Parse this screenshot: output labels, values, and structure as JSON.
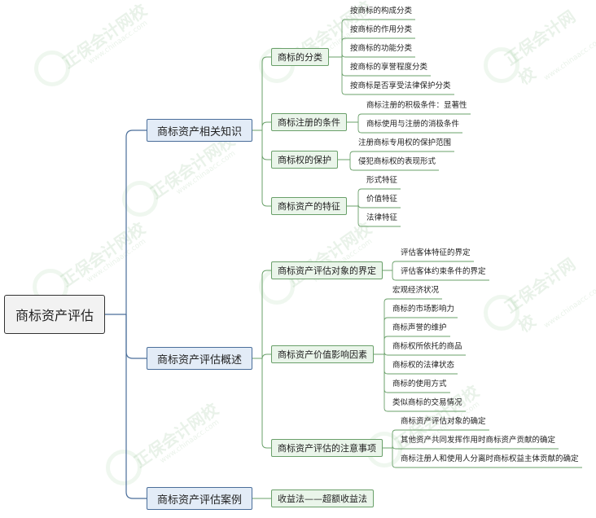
{
  "root": "商标资产评估",
  "branches": [
    {
      "label": "商标资产相关知识",
      "children": [
        {
          "label": "商标的分类",
          "items": [
            "按商标的构成分类",
            "按商标的作用分类",
            "按商标的功能分类",
            "按商标的享誉程度分类",
            "按商标是否享受法律保护分类"
          ]
        },
        {
          "label": "商标注册的条件",
          "items": [
            "商标注册的积极条件：显著性",
            "商标使用与注册的消极条件"
          ]
        },
        {
          "label": "商标权的保护",
          "items": [
            "注册商标专用权的保护范围",
            "侵犯商标权的表现形式"
          ]
        },
        {
          "label": "商标资产的特征",
          "items": [
            "形式特征",
            "价值特征",
            "法律特征"
          ]
        }
      ]
    },
    {
      "label": "商标资产评估概述",
      "children": [
        {
          "label": "商标资产评估对象的界定",
          "items": [
            "评估客体特征的界定",
            "评估客体约束条件的界定"
          ]
        },
        {
          "label": "商标资产价值影响因素",
          "items": [
            "宏观经济状况",
            "商标的市场影响力",
            "商标声誉的维护",
            "商标权所依托的商品",
            "商标权的法律状态",
            "商标的使用方式",
            "类似商标的交易情况"
          ]
        },
        {
          "label": "商标资产评估的注意事项",
          "items": [
            "商标资产评估对象的确定",
            "其他资产共同发挥作用时商标资产贡献的确定",
            "商标注册人和使用人分离时商标权益主体贡献的确定"
          ]
        }
      ]
    },
    {
      "label": "商标资产评估案例",
      "children": [
        {
          "label": "收益法——超额收益法",
          "items": []
        }
      ]
    }
  ],
  "watermark": {
    "text": "正保会计网校",
    "url": "www.chinaacc.com"
  },
  "colors": {
    "root_border": "#333333",
    "l1_fill": "#e3ecf7",
    "l1_border": "#4a6e9a",
    "l2_fill": "#eaf5ea",
    "l2_border": "#6aa06a",
    "line_l1": "#4a6e9a",
    "line_l2": "#6aa06a"
  }
}
